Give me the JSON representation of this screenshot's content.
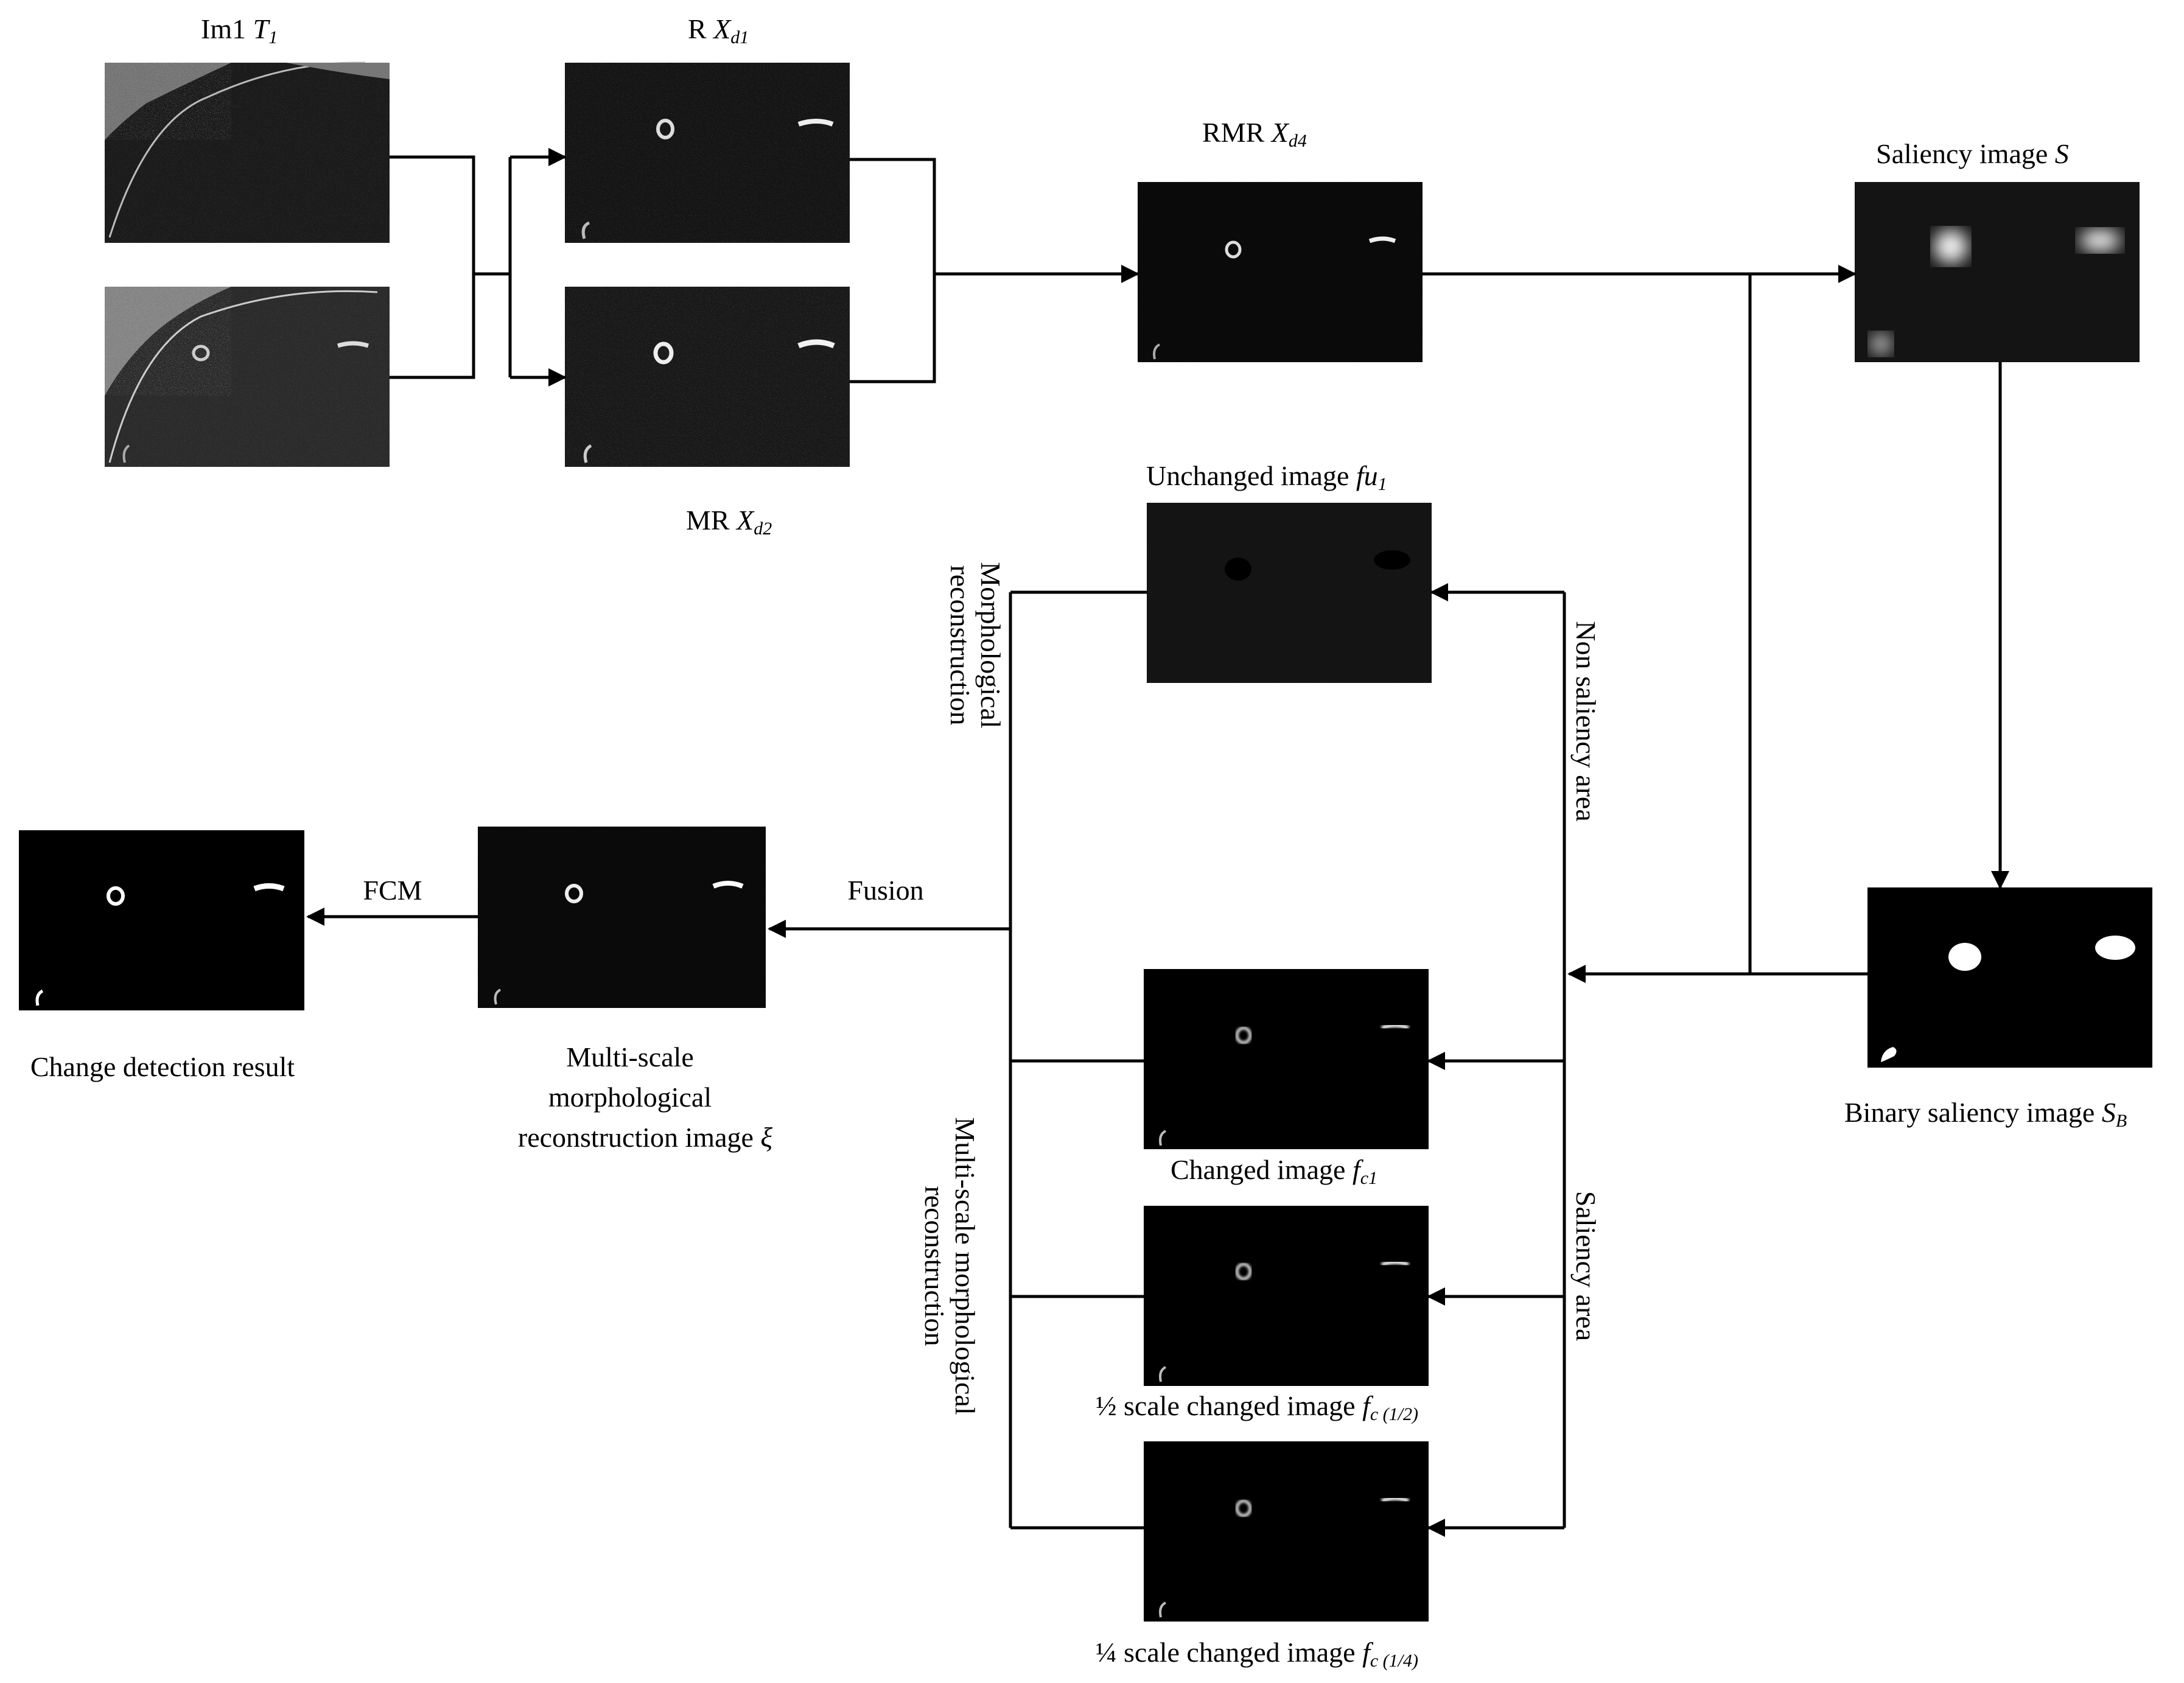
{
  "nodes": {
    "im1": {
      "label": "Im1",
      "var": "T",
      "sub": "1"
    },
    "r": {
      "label": "R",
      "var": "X",
      "sub": "d1"
    },
    "mr": {
      "label": "MR",
      "var": "X",
      "sub": "d2"
    },
    "rmr": {
      "label": "RMR",
      "var": "X",
      "sub": "d4"
    },
    "saliency": {
      "label": "Saliency image",
      "var": "S"
    },
    "binary": {
      "label": "Binary saliency image",
      "var": "S",
      "sub": "B"
    },
    "unchanged": {
      "label": "Unchanged image",
      "var": "fu",
      "sub": "1"
    },
    "changed": {
      "label": "Changed image",
      "var": "f",
      "sub": "c1"
    },
    "half": {
      "label": "½ scale changed image",
      "var": "f",
      "sub": "c (1/2)"
    },
    "quarter": {
      "label": "¼ scale changed image",
      "var": "f",
      "sub": "c (1/4)"
    },
    "multiscale": {
      "line1": "Multi-scale",
      "line2": "morphological",
      "line3": "reconstruction image",
      "var": "ξ"
    },
    "result": {
      "label": "Change detection result"
    }
  },
  "edges": {
    "fcm": "FCM",
    "fusion": "Fusion",
    "morph": {
      "line1": "Morphological",
      "line2": "reconstruction"
    },
    "multi_morph": {
      "line1": "Multi-scale morphological",
      "line2": "reconstruction"
    },
    "non_saliency": "Non saliency area",
    "saliency_area": "Saliency area"
  },
  "colors": {
    "line": "#000000",
    "thumbnail_bg": "#0a0a0a",
    "highlight": "#f2f2f2"
  }
}
